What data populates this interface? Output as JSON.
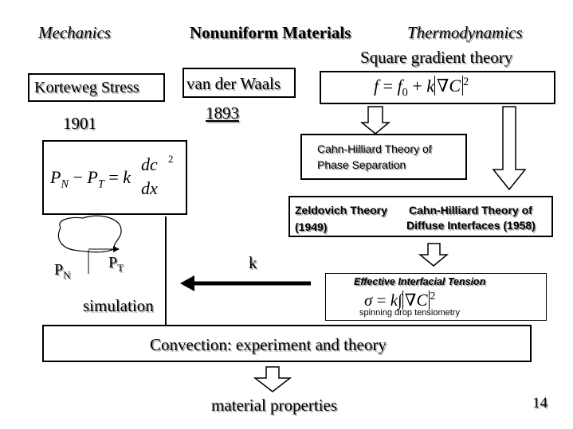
{
  "headings": {
    "mechanics": "Mechanics",
    "nonuniform": "Nonuniform Materials",
    "thermodynamics": "Thermodynamics"
  },
  "square_gradient": "Square gradient theory",
  "korteweg": "Korteweg Stress",
  "year_1901": "1901",
  "vanderwaals": "van der Waals",
  "year_1893": "1893",
  "f_equation": {
    "lhs": "f",
    "eq": "=",
    "f0": "f",
    "f0_sub": "0",
    "plus": "+",
    "k": "k",
    "grad": "∇C",
    "exp": "2"
  },
  "korteweg_equation": {
    "P": "P",
    "N": "N",
    "minus": "−",
    "T": "T",
    "eq": "=",
    "k": "k",
    "dc": "dc",
    "dx": "dx",
    "exp": "2"
  },
  "cahn_phase": {
    "line1": "Cahn-Hilliard  Theory of",
    "line2": "Phase Separation"
  },
  "zeldovich": {
    "line1": "Zeldovich Theory",
    "line2": "(1949)"
  },
  "cahn_diffuse": {
    "line1": "Cahn-Hilliard  Theory of",
    "line2": "Diffuse Interfaces (1958)"
  },
  "pn": {
    "P": "P",
    "sub": "N"
  },
  "pt": {
    "P": "P",
    "sub": "T"
  },
  "k_label": "k",
  "simulation": "simulation",
  "effective": {
    "title": "Effective Interfacial Tension",
    "sigma": "σ",
    "eq": "=",
    "k": "k",
    "integral": "∫",
    "grad": "∇C",
    "exp": "2",
    "note": "spinning drop tensiometry"
  },
  "convection": "Convection:  experiment and theory",
  "material": "material properties",
  "page_number": "14"
}
